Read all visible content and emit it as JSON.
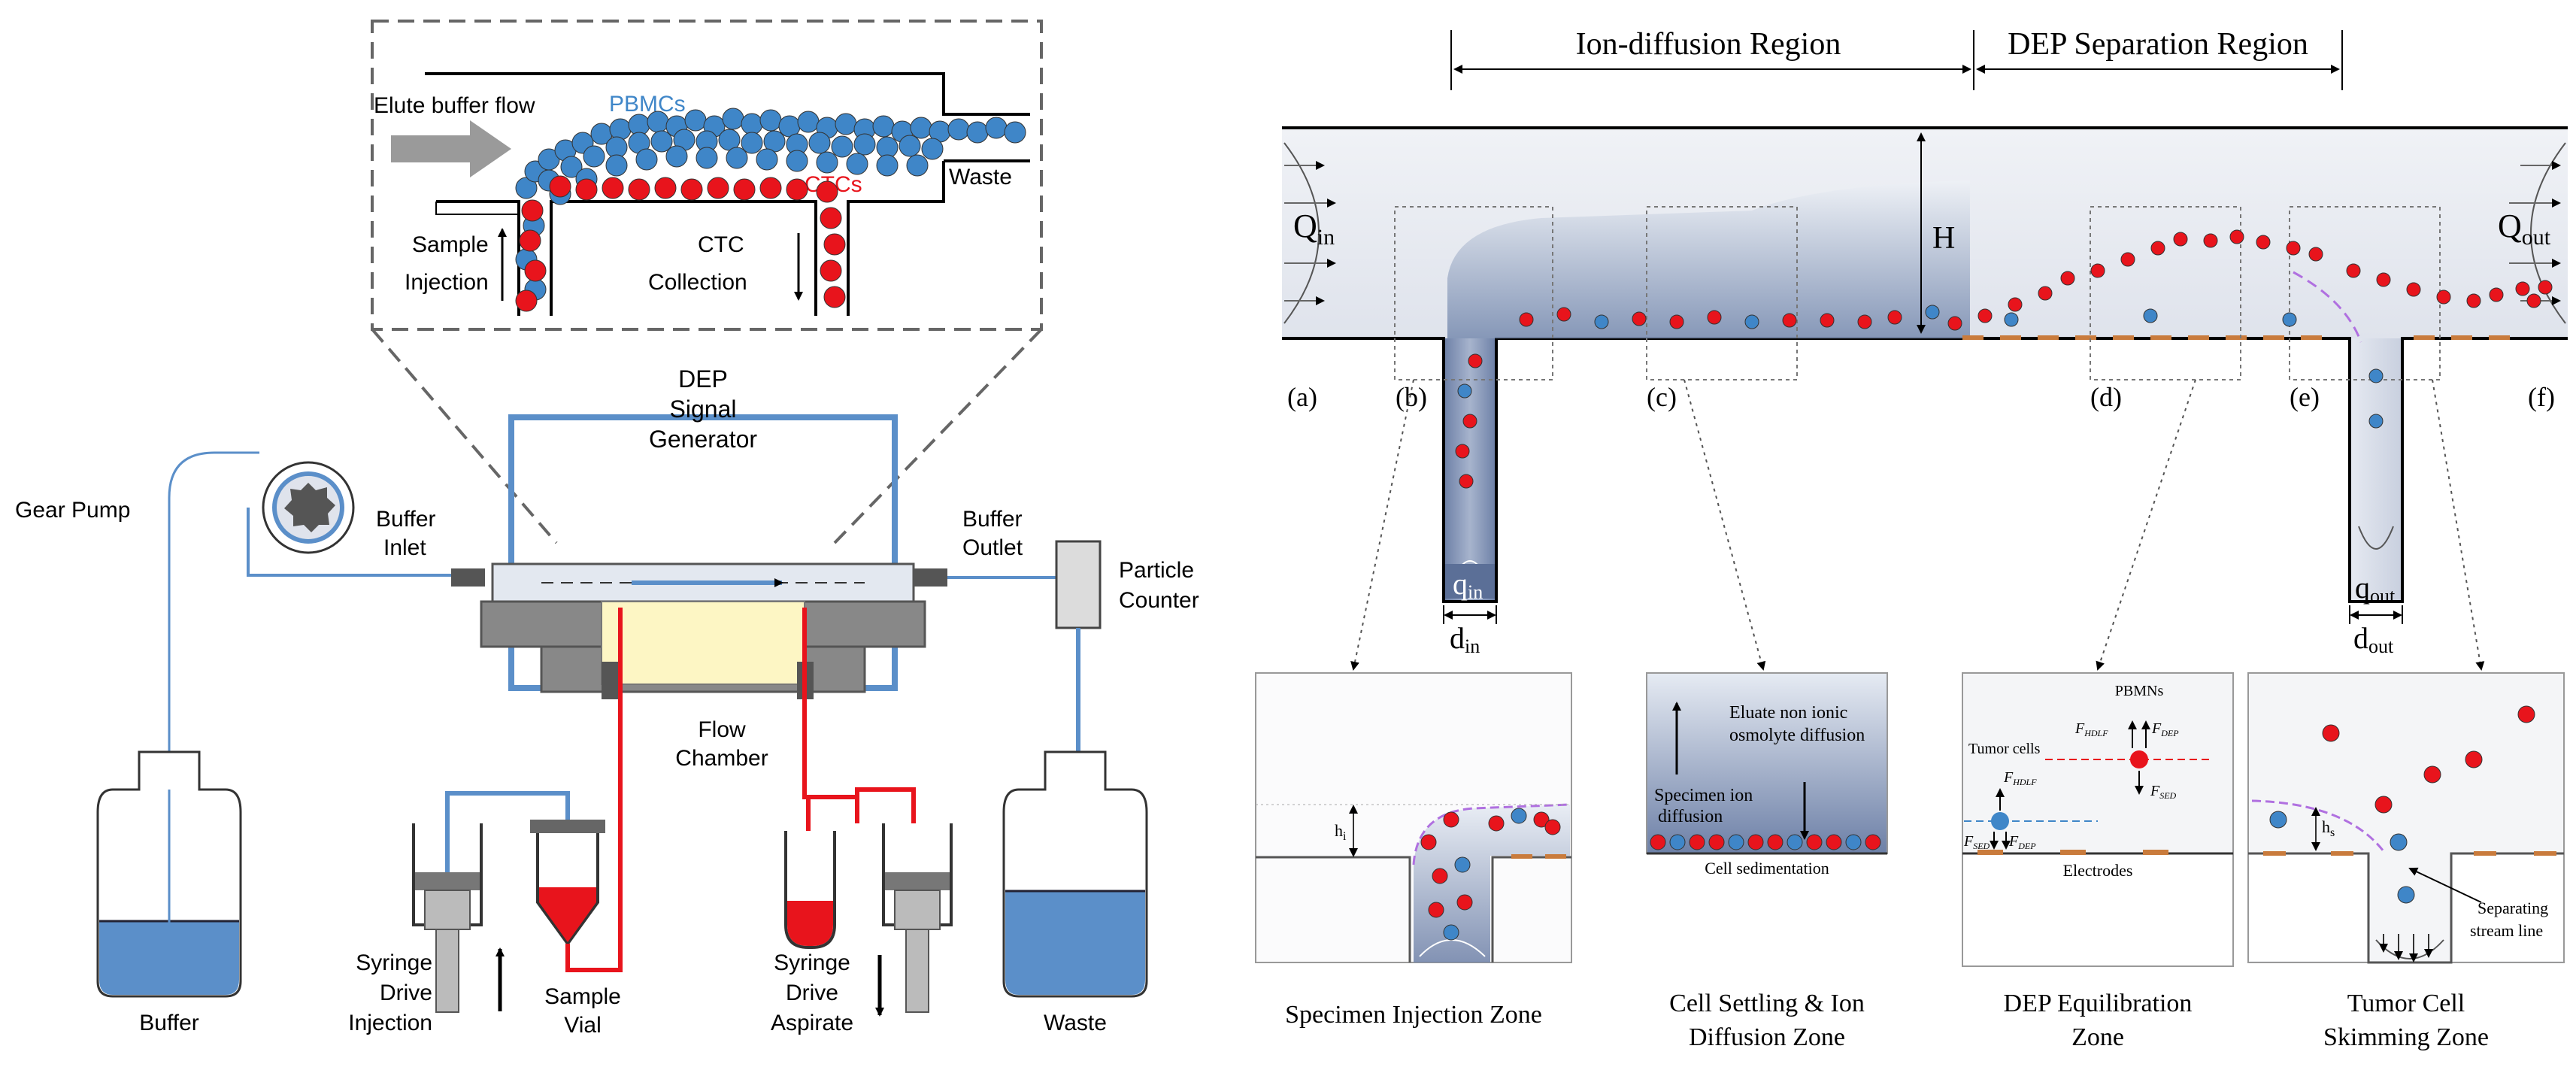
{
  "left_panel": {
    "inset": {
      "elute_buffer_flow": "Elute buffer flow",
      "pbmcs": "PBMCs",
      "ctcs": "CTCs",
      "waste": "Waste",
      "sample_injection": [
        "Sample",
        "Injection"
      ],
      "ctc_collection": [
        "CTC",
        "Collection"
      ]
    },
    "dep_signal_generator": [
      "DEP",
      "Signal",
      "Generator"
    ],
    "gear_pump": "Gear Pump",
    "buffer_inlet": [
      "Buffer",
      "Inlet"
    ],
    "buffer_outlet": [
      "Buffer",
      "Outlet"
    ],
    "particle_counter": [
      "Particle",
      "Counter"
    ],
    "flow_chamber": [
      "Flow",
      "Chamber"
    ],
    "buffer": "Buffer",
    "waste": "Waste",
    "syringe_drive_injection": [
      "Syringe",
      "Drive",
      "Injection"
    ],
    "sample_vial": [
      "Sample",
      "Vial"
    ],
    "syringe_drive_aspirate": [
      "Syringe",
      "Drive",
      "Aspirate"
    ]
  },
  "right_panel": {
    "ion_diffusion_region": "Ion-diffusion Region",
    "dep_separation_region": "DEP Separation Region",
    "q_in": "Q",
    "q_in_sub": "in",
    "q_out": "Q",
    "q_out_sub": "out",
    "h": "H",
    "q_small_in": "q",
    "q_small_in_sub": "in",
    "q_small_out": "q",
    "q_small_out_sub": "out",
    "d_in": "d",
    "d_in_sub": "in",
    "d_out": "d",
    "d_out_sub": "out",
    "panel_labels": [
      "(a)",
      "(b)",
      "(c)",
      "(d)",
      "(e)",
      "(f)"
    ],
    "zones": {
      "injection": {
        "label": "Specimen Injection Zone",
        "hi": "h",
        "hi_sub": "i"
      },
      "settling": {
        "label_lines": [
          "Cell Settling & Ion",
          "Diffusion Zone"
        ],
        "eluate_lines": [
          "Eluate non ionic",
          "osmolyte diffusion"
        ],
        "specimen_lines": [
          "Specimen ion",
          "diffusion"
        ],
        "sedimentation": "Cell sedimentation"
      },
      "dep": {
        "label_lines": [
          "DEP Equilibration",
          "Zone"
        ],
        "pbmns": "PBMNs",
        "tumor_cells": "Tumor cells",
        "f_hdlf": "F",
        "f_hdlf_sub": "HDLF",
        "f_dep": "F",
        "f_dep_sub": "DEP",
        "f_sed": "F",
        "f_sed_sub": "SED",
        "electrodes": "Electrodes"
      },
      "skimming": {
        "label_lines": [
          "Tumor Cell",
          "Skimming Zone"
        ],
        "hs": "h",
        "hs_sub": "s",
        "separating_lines": [
          "Separating",
          "stream line"
        ]
      }
    }
  },
  "colors": {
    "red_cell": "#e8141c",
    "blue_cell": "#3f86c8",
    "blue_tube": "#5b8fc9",
    "red_tube": "#e8141c",
    "buffer_fill": "#5b8fc9",
    "flow_chamber_fill": "#fdf6c4"
  }
}
